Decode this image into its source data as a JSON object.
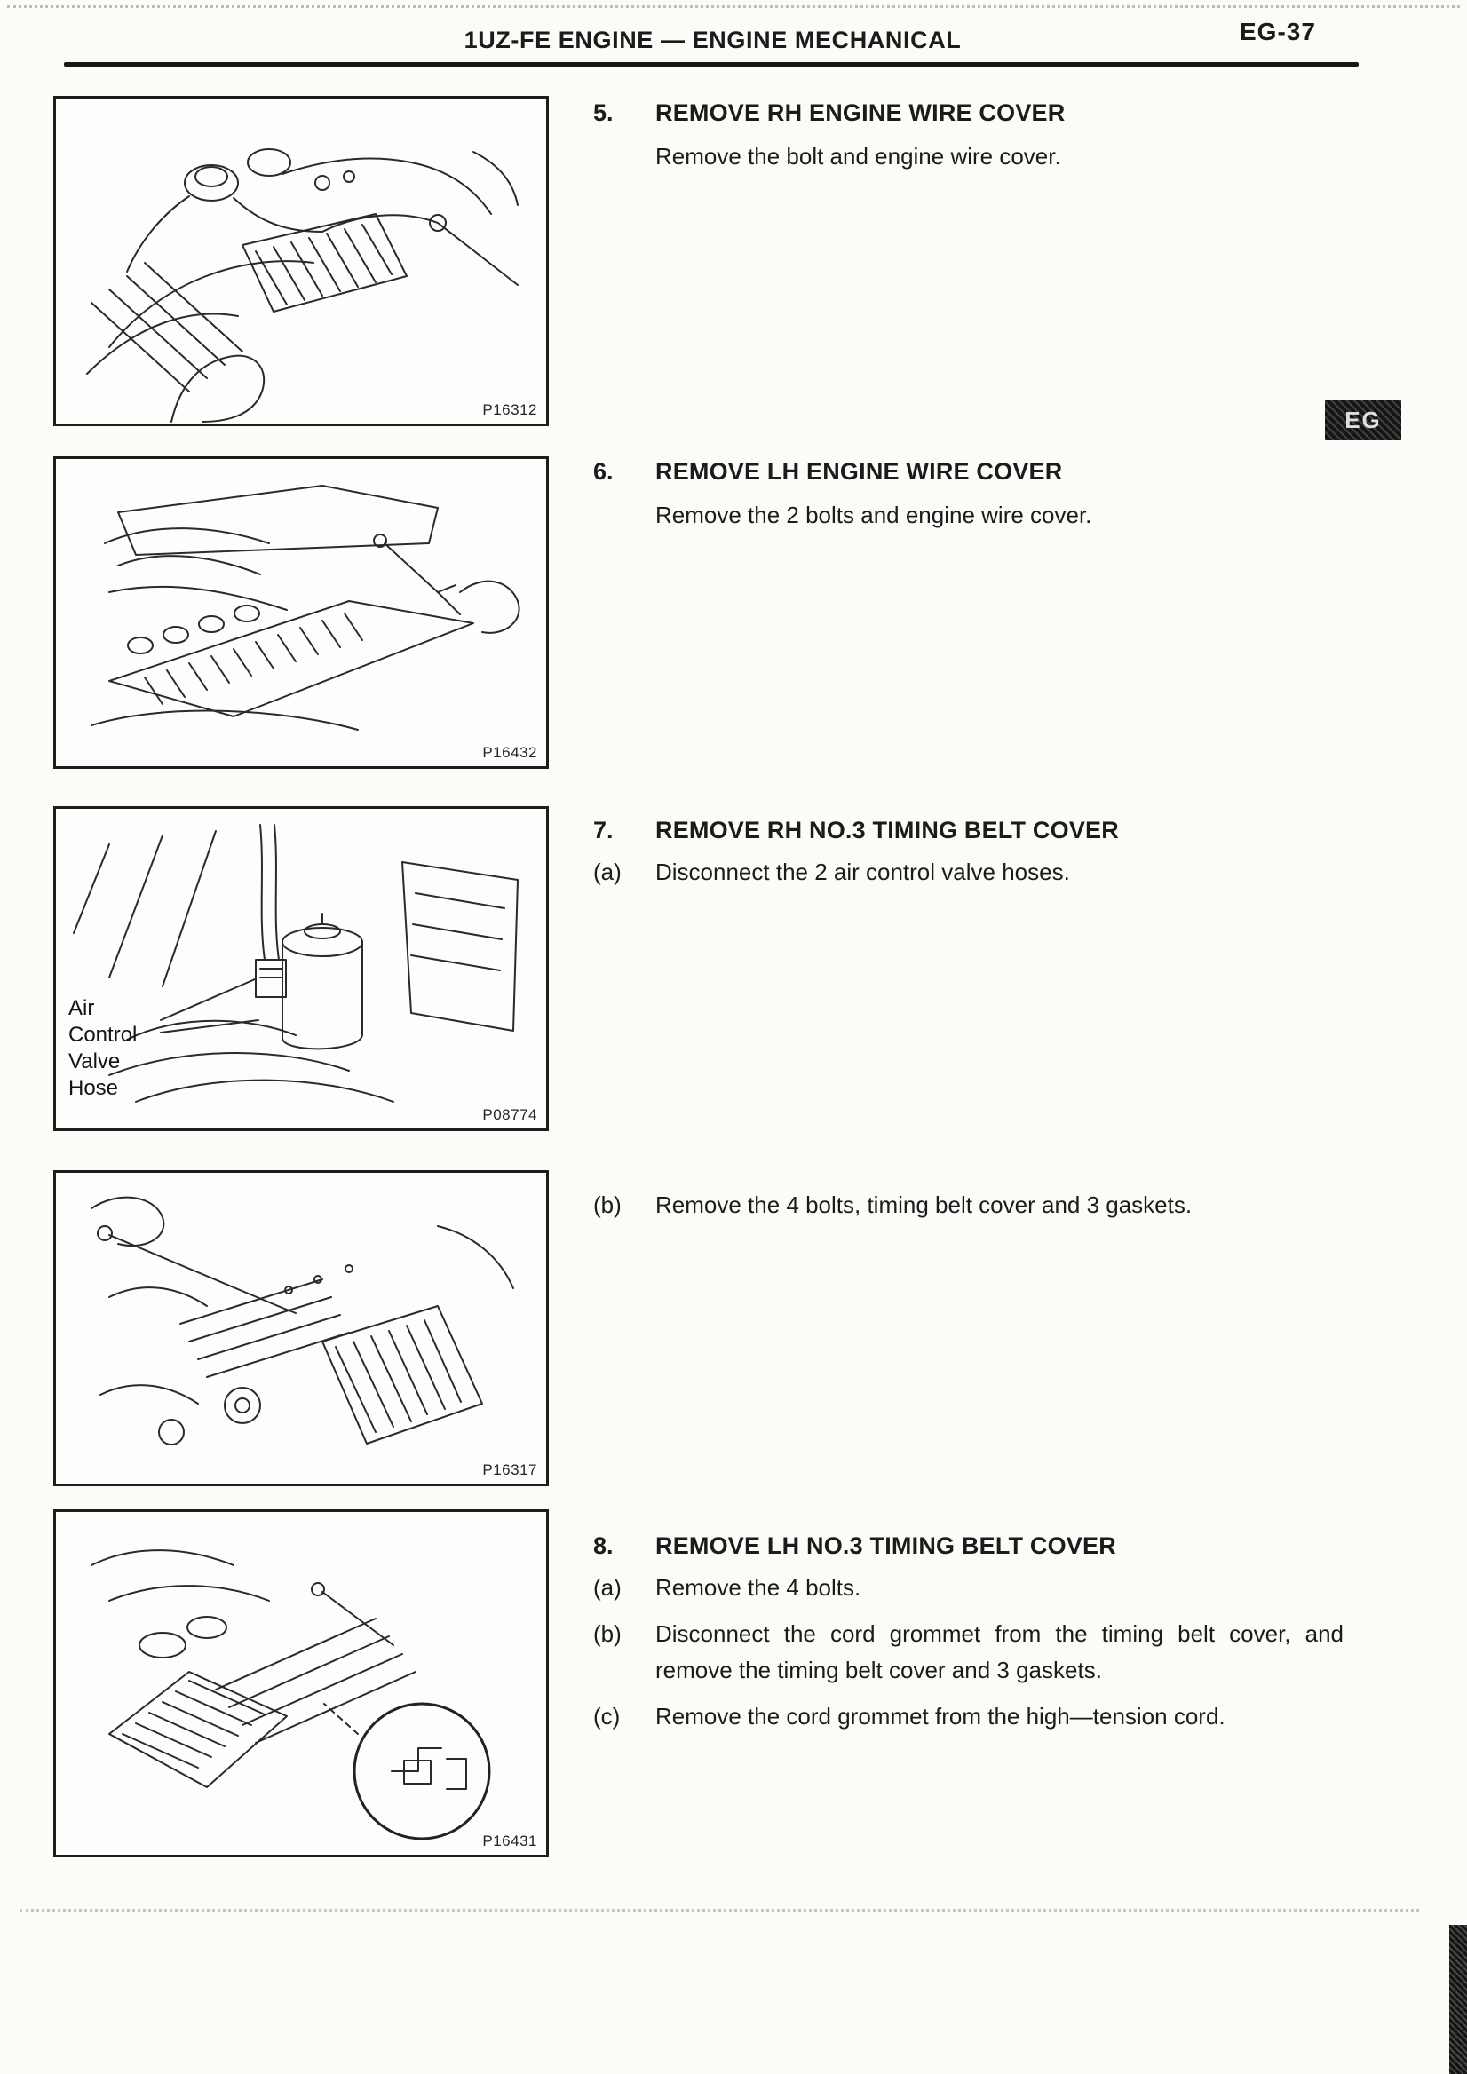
{
  "page": {
    "header_title": "1UZ-FE ENGINE — ENGINE MECHANICAL",
    "page_number": "EG-37",
    "side_tab": "EG"
  },
  "figures": [
    {
      "code": "P16312"
    },
    {
      "code": "P16432"
    },
    {
      "code": "P08774",
      "callout": "Air Control Valve Hose"
    },
    {
      "code": "P16317"
    },
    {
      "code": "P16431"
    }
  ],
  "steps": {
    "step5": {
      "number": "5.",
      "title": "REMOVE RH ENGINE WIRE COVER",
      "body": "Remove the bolt and engine wire cover."
    },
    "step6": {
      "number": "6.",
      "title": "REMOVE LH ENGINE WIRE COVER",
      "body": "Remove the 2 bolts and engine wire cover."
    },
    "step7": {
      "number": "7.",
      "title": "REMOVE RH NO.3 TIMING BELT COVER",
      "a_label": "(a)",
      "a_text": "Disconnect the 2 air control valve hoses.",
      "b_label": "(b)",
      "b_text": "Remove the 4 bolts, timing belt cover and 3 gaskets."
    },
    "step8": {
      "number": "8.",
      "title": "REMOVE LH NO.3 TIMING BELT COVER",
      "a_label": "(a)",
      "a_text": "Remove the 4 bolts.",
      "b_label": "(b)",
      "b_text": "Disconnect the cord grommet from the timing belt cover, and remove the timing belt cover and 3 gaskets.",
      "c_label": "(c)",
      "c_text": "Remove the cord grommet from the high—tension cord."
    }
  }
}
